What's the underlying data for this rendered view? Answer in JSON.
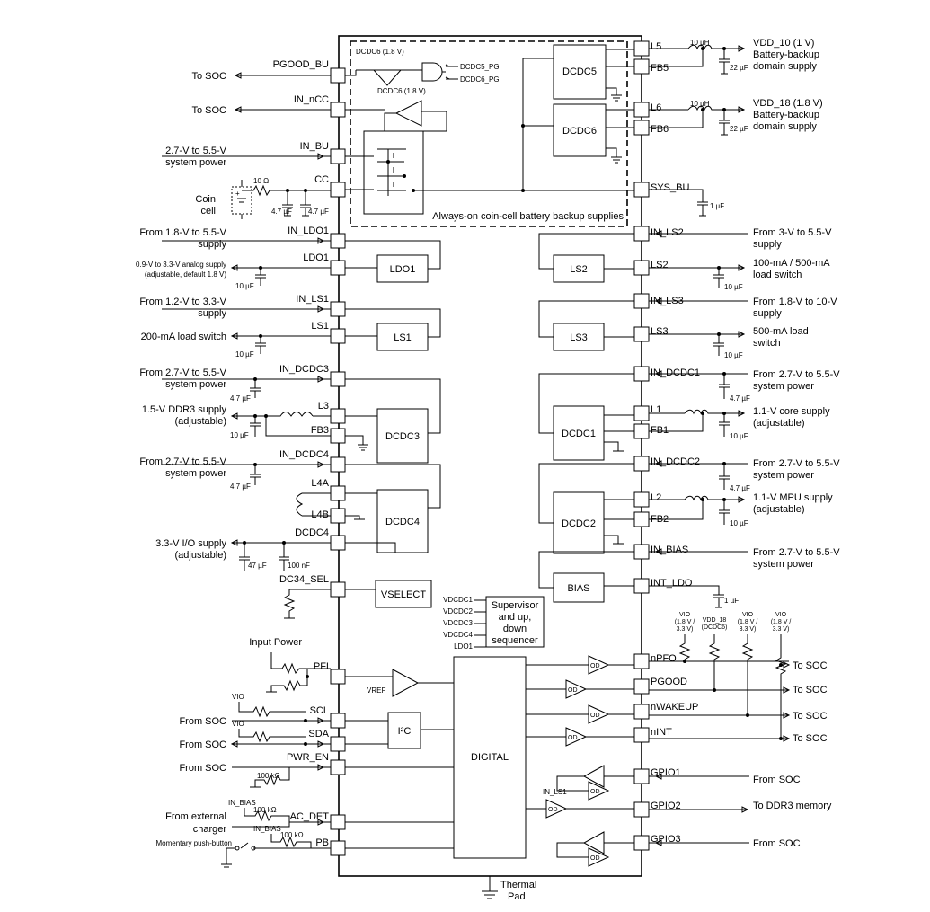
{
  "pins": {
    "left": [
      "PGOOD_BU",
      "IN_nCC",
      "IN_BU",
      "CC",
      "IN_LDO1",
      "LDO1",
      "IN_LS1",
      "LS1",
      "IN_DCDC3",
      "L3",
      "FB3",
      "IN_DCDC4",
      "L4A",
      "L4B",
      "DCDC4",
      "DC34_SEL",
      "PFI",
      "SCL",
      "SDA",
      "PWR_EN",
      "AC_DET",
      "PB"
    ],
    "right": [
      "L5",
      "FB5",
      "L6",
      "FB6",
      "SYS_BU",
      "IN_LS2",
      "LS2",
      "IN_LS3",
      "LS3",
      "IN_DCDC1",
      "L1",
      "FB1",
      "IN_DCDC2",
      "L2",
      "FB2",
      "IN_BIAS",
      "INT_LDO",
      "nPFO",
      "PGOOD",
      "nWAKEUP",
      "nINT",
      "GPIO1",
      "GPIO2",
      "GPIO3"
    ]
  },
  "blocks": {
    "dcdc5": "DCDC5",
    "dcdc6": "DCDC6",
    "ldo1": "LDO1",
    "ls1": "LS1",
    "ls2": "LS2",
    "ls3": "LS3",
    "dcdc3": "DCDC3",
    "dcdc4": "DCDC4",
    "dcdc1": "DCDC1",
    "dcdc2": "DCDC2",
    "bias": "BIAS",
    "vselect": "VSELECT",
    "i2c": "I²C",
    "digital": "DIGITAL",
    "supervisor": [
      "Supervisor",
      "and up,",
      "down",
      "sequencer"
    ],
    "backup_region": "Always-on coin-cell battery backup supplies"
  },
  "inner": {
    "dcdc6_label_a": "DCDC6 (1.8 V)",
    "dcdc6_label_b": "DCDC6 (1.8 V)",
    "dcdc5_pg": "DCDC5_PG",
    "dcdc6_pg": "DCDC6_PG",
    "seq_inputs": [
      "VDCDC1",
      "VDCDC2",
      "VDCDC3",
      "VDCDC4",
      "LDO1"
    ],
    "vref": "VREF",
    "in_ls1": "IN_LS1",
    "od": "OD",
    "thermal": [
      "Thermal",
      "Pad"
    ]
  },
  "left_labels": {
    "to_soc_1": "To SOC",
    "to_soc_2": "To SOC",
    "sys_power_1": [
      "2.7-V to 5.5-V",
      "system power"
    ],
    "coin_cell": [
      "Coin",
      "cell"
    ],
    "r10": "10 Ω",
    "c47a": "4.7 µF",
    "c47b": "4.7 µF",
    "from_18_55": [
      "From 1.8-V to 5.5-V",
      "supply"
    ],
    "analog_supply": [
      "0.9-V to 3.3-V analog supply",
      "(adjustable, default 1.8 V)"
    ],
    "c10_ldo1": "10 µF",
    "from_12_33": [
      "From 1.2-V to 3.3-V",
      "supply"
    ],
    "load_200": "200-mA load switch",
    "c10_ls1": "10 µF",
    "from_27_dcdc3": [
      "From 2.7-V to 5.5-V",
      "system power"
    ],
    "c47_dcdc3": "4.7 µF",
    "ddr3_supply": [
      "1.5-V DDR3 supply",
      "(adjustable)"
    ],
    "c10_dcdc3": "10 µF",
    "from_27_dcdc4": [
      "From 2.7-V to 5.5-V",
      "system power"
    ],
    "c47_dcdc4": "4.7 µF",
    "io_supply": [
      "3.3-V I/O supply",
      "(adjustable)"
    ],
    "c47_dcdc4_out": "47 µF",
    "c100n": "100 nF",
    "input_power": "Input Power",
    "vio_scl": "VIO",
    "vio_sda": "VIO",
    "from_soc_scl": "From SOC",
    "from_soc_sda": "From SOC",
    "from_soc_pwr": "From SOC",
    "r100k_pwr": "100 kΩ",
    "in_bias_ac": "IN_BIAS",
    "r100k_ac": "100 kΩ",
    "ext_charger": [
      "From external",
      "charger"
    ],
    "in_bias_pb": "IN_BIAS",
    "r100k_pb": "100 kΩ",
    "push_button": "Momentary push-button"
  },
  "right_labels": {
    "l5_ind": "10 µH",
    "vdd10": [
      "VDD_10 (1 V)",
      "Battery-backup",
      "domain supply"
    ],
    "c22a": "22 µF",
    "l6_ind": "10 µH",
    "vdd18": [
      "VDD_18 (1.8 V)",
      "Battery-backup",
      "domain supply"
    ],
    "c22b": "22 µF",
    "c1u_sys": "1 µF",
    "from_3_55": [
      "From 3-V to 5.5-V",
      "supply"
    ],
    "ls2_out": [
      "100-mA / 500-mA",
      "load switch"
    ],
    "c10_ls2": "10 µF",
    "from_18_10": [
      "From 1.8-V to 10-V",
      "supply"
    ],
    "ls3_out": [
      "500-mA load",
      "switch"
    ],
    "c10_ls3": "10 µF",
    "from_27_dcdc1": [
      "From 2.7-V to 5.5-V",
      "system power"
    ],
    "c47_dcdc1": "4.7 µF",
    "l1_ind": "",
    "core_supply": [
      "1.1-V core supply",
      "(adjustable)"
    ],
    "c10_dcdc1": "10 µF",
    "from_27_dcdc2": [
      "From 2.7-V to 5.5-V",
      "system power"
    ],
    "c47_dcdc2": "4.7 µF",
    "mpu_supply": [
      "1.1-V MPU supply",
      "(adjustable)"
    ],
    "c10_dcdc2": "10 µF",
    "from_27_bias": [
      "From 2.7-V to 5.5-V",
      "system power"
    ],
    "c1u_int": "1 µF",
    "vio_a": [
      "VIO",
      "(1.8 V /",
      "3.3 V)"
    ],
    "vdd18_dcdc6": [
      "VDD_18",
      "(DCDC6)"
    ],
    "vio_b": [
      "VIO",
      "(1.8 V /",
      "3.3 V)"
    ],
    "vio_c": [
      "VIO",
      "(1.8 V /",
      "3.3 V)"
    ],
    "to_soc_npfo": "To SOC",
    "to_soc_pgood": "To SOC",
    "to_soc_nwakeup": "To SOC",
    "to_soc_nint": "To SOC",
    "from_soc_gpio1": "From SOC",
    "to_ddr3": "To DDR3 memory",
    "from_soc_gpio3": "From SOC"
  }
}
